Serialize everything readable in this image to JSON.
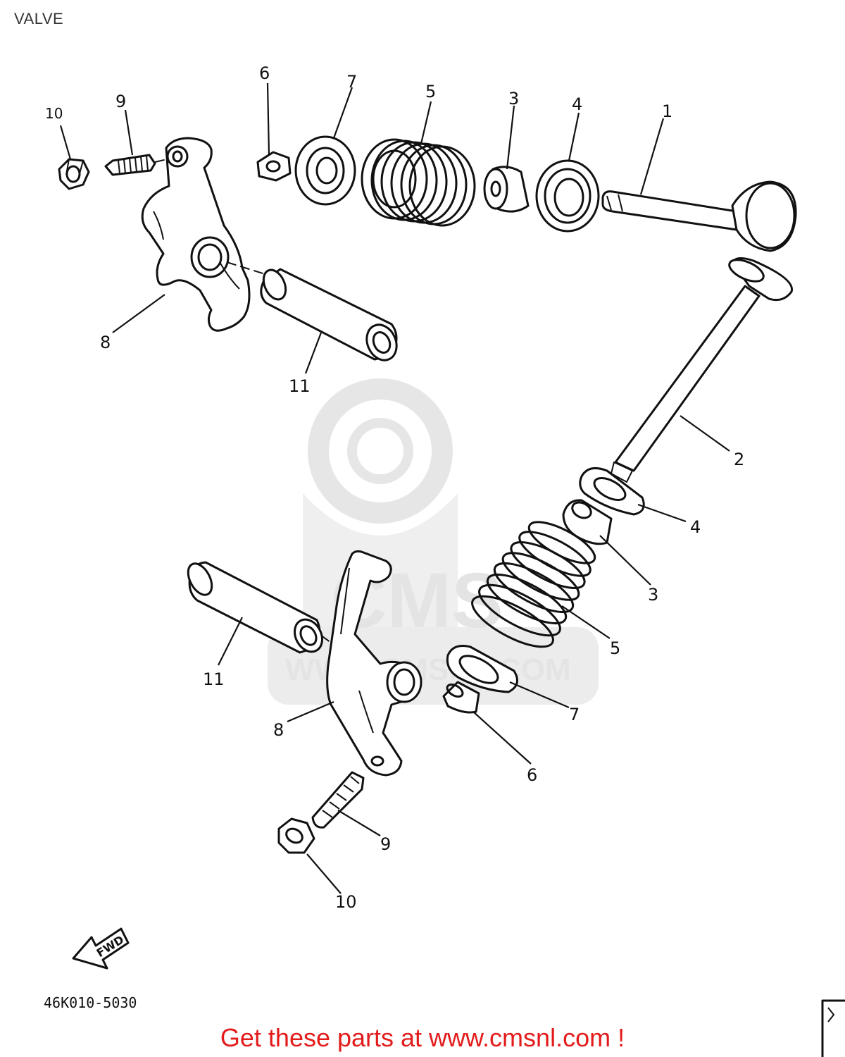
{
  "header": {
    "title": "VALVE"
  },
  "diagram": {
    "callouts": {
      "c1": "1",
      "c2": "2",
      "c3a": "3",
      "c3b": "3",
      "c4a": "4",
      "c4b": "4",
      "c5a": "5",
      "c5b": "5",
      "c6a": "6",
      "c6b": "6",
      "c7a": "7",
      "c7b": "7",
      "c8a": "8",
      "c8b": "8",
      "c9a": "9",
      "c9b": "9",
      "c10a": "10",
      "c10b": "10",
      "c11a": "11",
      "c11b": "11"
    },
    "forward_arrow_label": "FWD",
    "part_code": "46K010-5030",
    "watermark_text": "CMS",
    "watermark_url": "WWW.CMSNL.COM"
  },
  "footer": {
    "banner": "Get these parts at www.cmsnl.com !"
  }
}
